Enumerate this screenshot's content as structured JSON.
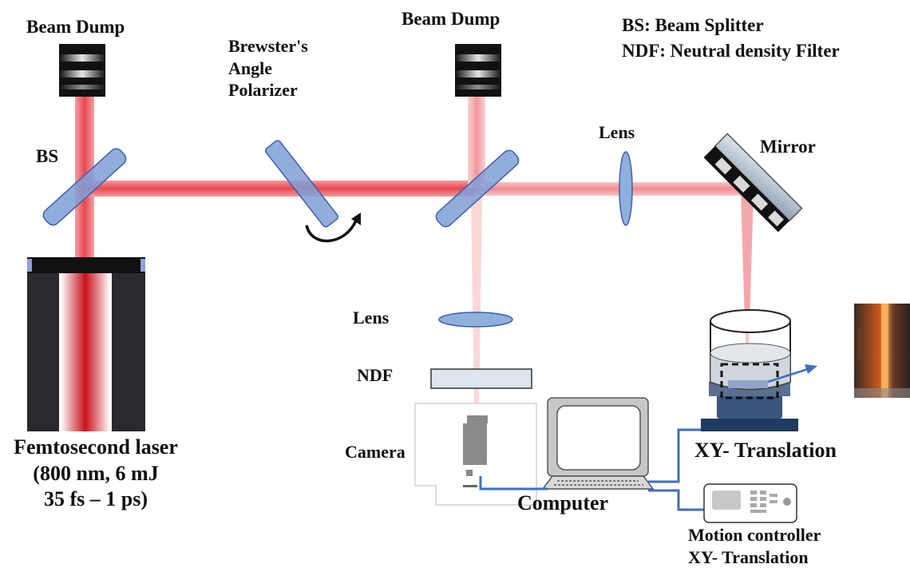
{
  "labels": {
    "beam_dump_left": "Beam Dump",
    "beam_dump_mid": "Beam Dump",
    "bs": "BS",
    "brewster": [
      "Brewster's",
      "Angle",
      "Polarizer"
    ],
    "legend_bs": "BS: Beam Splitter",
    "legend_ndf": "NDF: Neutral density Filter",
    "lens_top": "Lens",
    "mirror": "Mirror",
    "lens_mid": "Lens",
    "ndf": "NDF",
    "camera": "Camera",
    "computer": "Computer",
    "xy_translation": "XY- Translation",
    "motion_controller": [
      "Motion controller",
      "XY- Translation"
    ],
    "laser": [
      "Femtosecond laser",
      "(800 nm, 6 mJ",
      "35 fs – 1 ps)"
    ]
  },
  "colors": {
    "beam": "#e8474f",
    "optic_fill": "#7f9fd6",
    "optic_stroke": "#3f5fa6",
    "cable": "#3f6fc4",
    "laser_body": "#2a2a2e",
    "plasma_glow": "#e87a2a"
  },
  "icons": [
    "beam-dump-icon",
    "beam-splitter-icon",
    "polarizer-icon",
    "rotation-arrow-icon",
    "lens-icon",
    "mirror-icon",
    "ndf-filter-icon",
    "camera-icon",
    "computer-icon",
    "sample-cell-icon",
    "translation-stage-icon",
    "motion-controller-icon",
    "laser-icon",
    "plasma-image"
  ]
}
